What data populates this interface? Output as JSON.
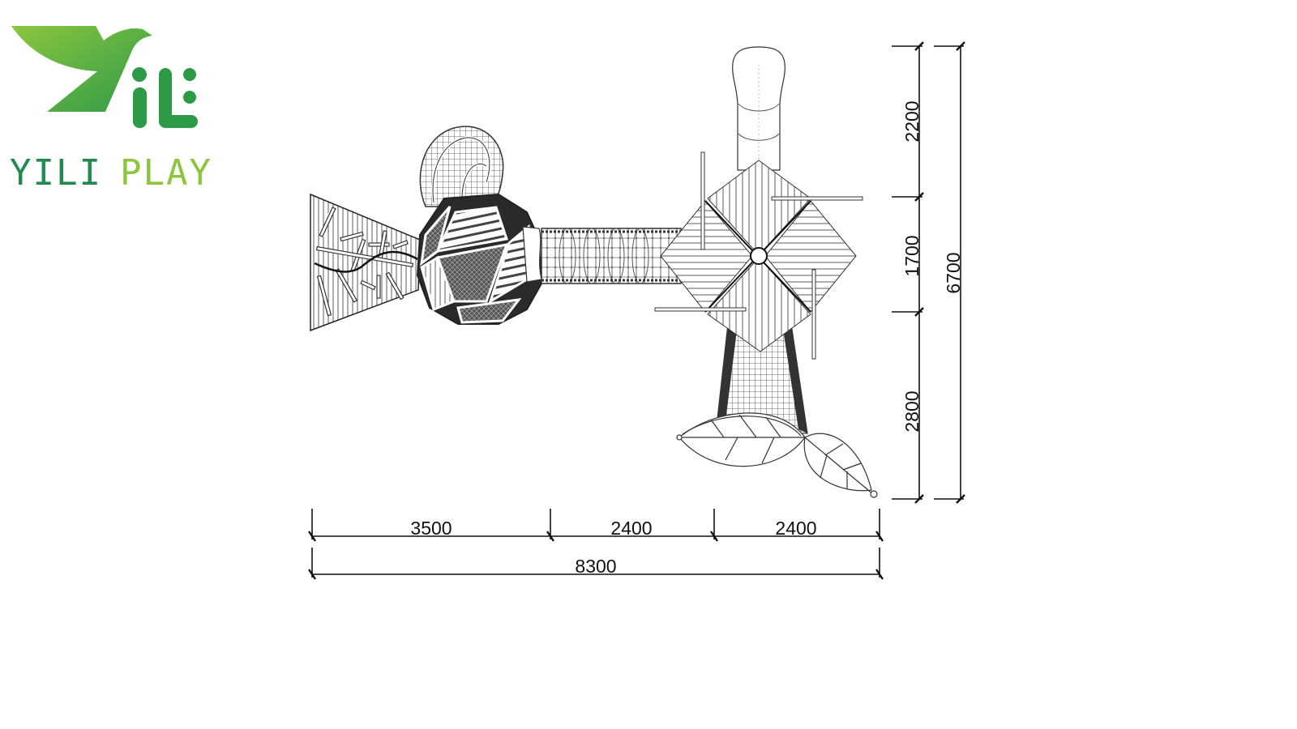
{
  "brand": {
    "logo_mark": "YiLi",
    "name_part1": "YILI",
    "name_part2": "PLAY",
    "colors": {
      "dark_green": "#1f8a4c",
      "light_green": "#8cc63f"
    }
  },
  "drawing": {
    "type": "playground plan view (top-down)",
    "units": "mm",
    "components": [
      "climbing-wall-panel",
      "geodesic-dome-climber",
      "rope-net-cocoon",
      "crawl-tunnel",
      "windmill-roof-tower",
      "tube-slide",
      "net-bridge",
      "leaf-climbers"
    ],
    "horizontal_dimensions": {
      "segments": [
        "3500",
        "2400",
        "2400"
      ],
      "total": "8300"
    },
    "vertical_dimensions": {
      "segments": [
        "2200",
        "1700",
        "2800"
      ],
      "total": "6700"
    }
  }
}
